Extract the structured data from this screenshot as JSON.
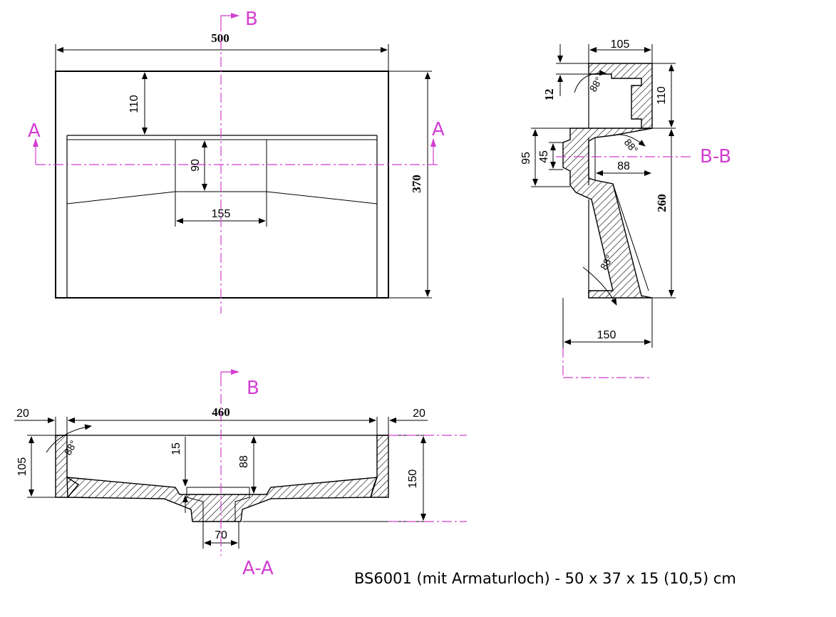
{
  "caption": "BS6001 (mit Armaturloch) - 50 x 37 x 15 (10,5) cm",
  "top_view": {
    "width": "500",
    "depth": "370",
    "front_to_bowl": "110",
    "drain_area_depth": "90",
    "drain_area_width": "155",
    "section_a": "A",
    "section_b": "B"
  },
  "side_section": {
    "top_depth": "105",
    "rim_thickness": "12",
    "rim_height": "110",
    "overflow_height": "95",
    "drain_offset": "45",
    "drain_width": "88",
    "lower_height": "260",
    "total_depth": "150",
    "angle_a": "88°",
    "angle_b": "88°",
    "angle_c": "88°",
    "section_label": "B-B"
  },
  "front_section": {
    "left_margin": "20",
    "inner_width": "460",
    "right_margin": "20",
    "left_height": "105",
    "total_height": "150",
    "drain_depth": "15",
    "bowl_depth": "88",
    "drain_width": "70",
    "angle": "88°",
    "section_label": "A-A",
    "section_b": "B"
  }
}
